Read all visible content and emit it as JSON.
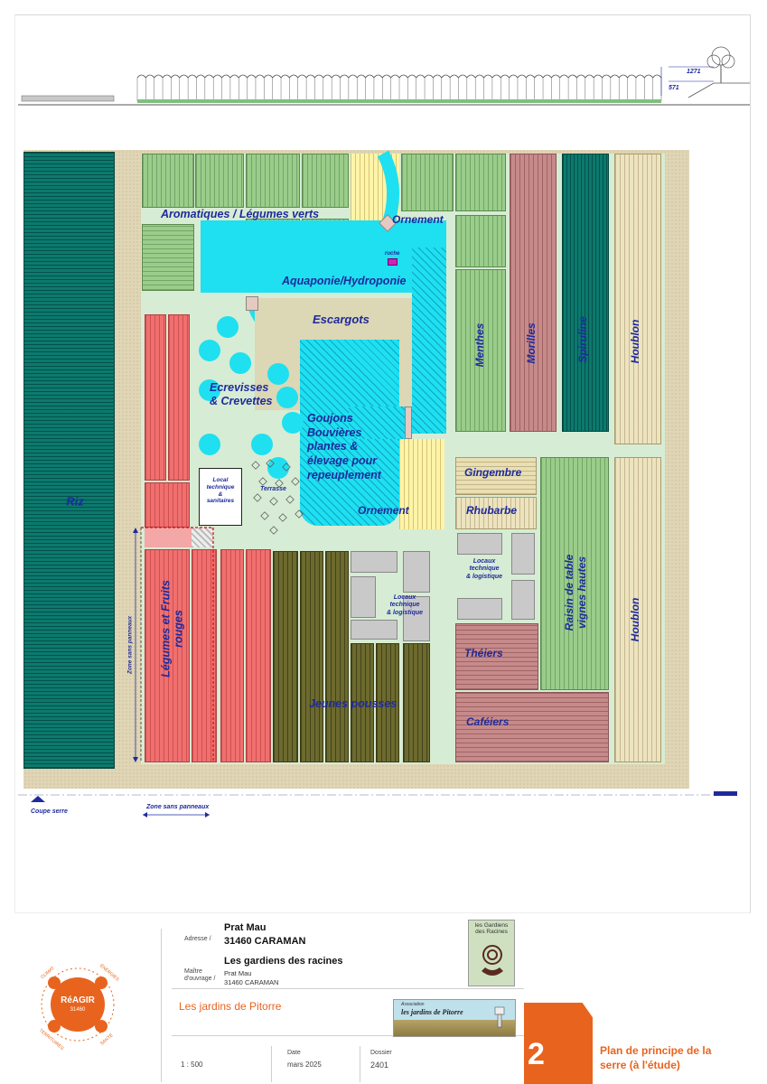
{
  "elevation": {
    "dimension_top": "1271",
    "dimension_bottom": "571"
  },
  "plan": {
    "labels": {
      "riz": "Riz",
      "aromatiques": "Aromatiques / Légumes verts",
      "ornement_top": "Ornement",
      "ruche": "ruche",
      "aquaponie": "Aquaponie/Hydroponie",
      "escargots": "Escargots",
      "ecrevisses": "Ecrevisses\n& Crevettes",
      "goujons": "Goujons\nBouvières\nplantes &\nélevage pour\nrepeuplement",
      "local_sanitaires": "Local\ntechnique\n&\nsanitaires",
      "terrasse": "Terrasse",
      "ornement_bottom": "Ornement",
      "menthes": "Menthes",
      "morilles": "Morilles",
      "spiruline": "Spiruline",
      "houblon_top": "Houblon",
      "gingembre": "Gingembre",
      "rhubarbe": "Rhubarbe",
      "locaux_right": "Locaux\ntechnique\n& logistique",
      "locaux_center": "Locaux\ntechnique\n& logistique",
      "raisin": "Raisin de table\nvignes hautes",
      "houblon_bottom": "Houblon",
      "legumes_fruits": "Légumes et Fruits\nrouges",
      "jeunes_pousses": "Jeunes pousses",
      "theiers": "Théiers",
      "cafeiers": "Caféiers",
      "zone_sans_panneaux_v": "Zone sans panneaux",
      "zone_sans_panneaux_h": "Zone sans panneaux",
      "coupe_serre": "Coupe serre"
    }
  },
  "title_block": {
    "logo_reagir": {
      "name": "RéAGIR",
      "code": "31460",
      "ring_words": [
        "CLIMAT",
        "ÉNERGIES",
        "SANTÉ",
        "TERRITOIRES"
      ]
    },
    "adresse_label": "Adresse /",
    "adresse_line1": "Prat Mau",
    "adresse_line2": "31460 CARAMAN",
    "maitre_label_1": "Maître",
    "maitre_label_2": "d'ouvrage /",
    "maitre_name": "Les gardiens des racines",
    "maitre_line1": "Prat Mau",
    "maitre_line2": "31460 CARAMAN",
    "logo_gardiens": "les Gardiens\ndes Racines",
    "logo_jardins_small": "Association",
    "logo_jardins_name": "les jardins de Pitorre",
    "project_name": "Les jardins de Pitorre",
    "scale": "1 : 500",
    "date_label": "Date",
    "date_value": "mars 2025",
    "dossier_label": "Dossier",
    "dossier_value": "2401",
    "sheet_number": "2",
    "sheet_title": "Plan de principe de la serre (à l'étude)",
    "accent_color": "#e8641e"
  }
}
